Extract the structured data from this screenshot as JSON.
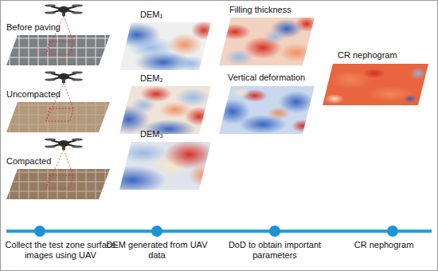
{
  "diagram": {
    "nodes": [
      {
        "text": [
          "Collect the test zone surface images using UAV"
        ]
      },
      {
        "text": [
          "DEM generated from UAV data"
        ]
      },
      {
        "text": [
          "DoD to obtain important parameters"
        ]
      },
      {
        "text": [
          "CR nephogram"
        ]
      }
    ],
    "edges": [
      {
        "from": 0,
        "to": 1,
        "arrow": "none"
      },
      {
        "from": 1,
        "to": 2,
        "arrow": "none"
      },
      {
        "from": 2,
        "to": 3,
        "arrow": "none"
      }
    ],
    "labels": [
      "Before paving",
      "Uncompacted",
      "Compacted",
      "DEM₁",
      "DEM₂",
      "DEM₃",
      "Filling thickness",
      "Vertical deformation",
      "CR nephogram"
    ]
  }
}
